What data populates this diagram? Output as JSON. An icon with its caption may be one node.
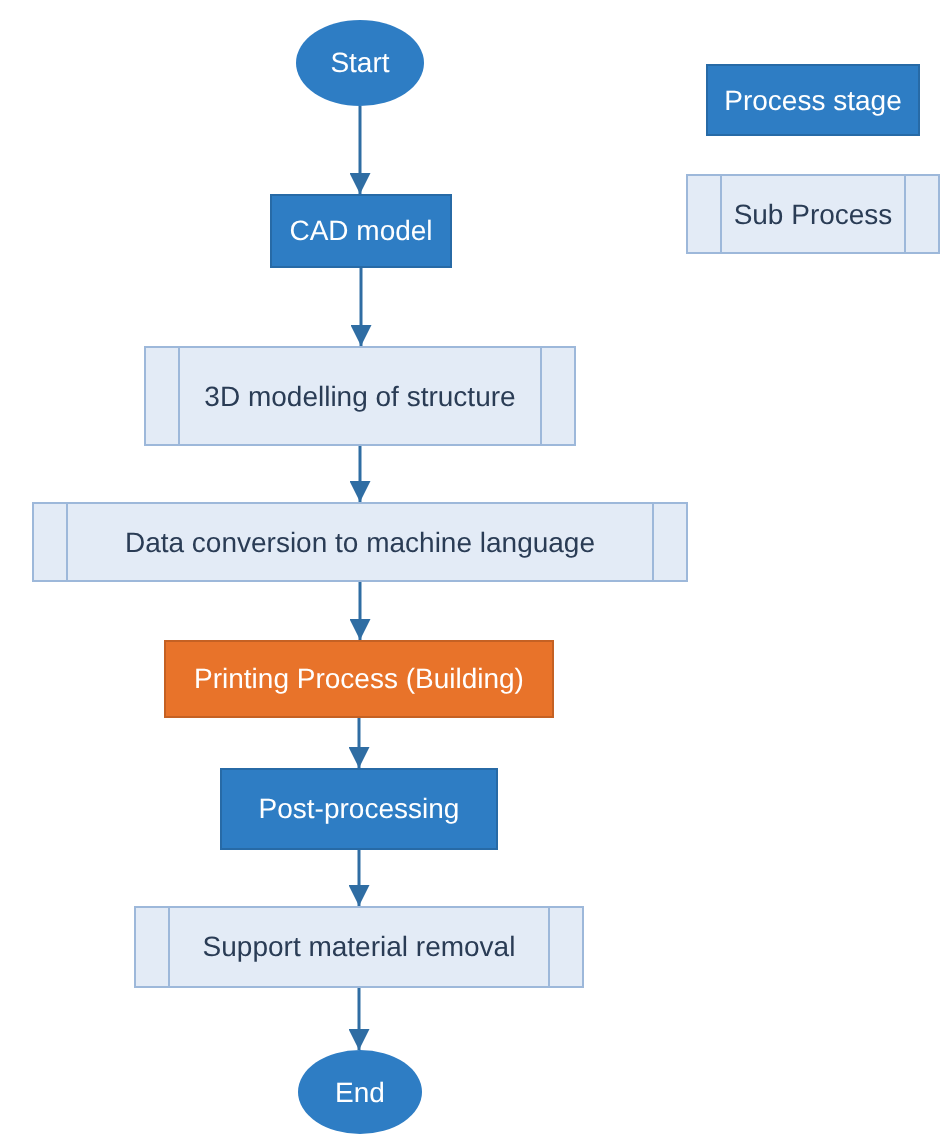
{
  "diagram": {
    "nodes": [
      {
        "text": [
          "Start"
        ]
      },
      {
        "text": [
          "CAD model"
        ]
      },
      {
        "text": [
          "3D modelling of structure"
        ]
      },
      {
        "text": [
          "Data conversion to machine language"
        ]
      },
      {
        "text": [
          "Printing Process (Building)"
        ]
      },
      {
        "text": [
          "Post-processing"
        ]
      },
      {
        "text": [
          "Support material removal"
        ]
      },
      {
        "text": [
          "End"
        ]
      }
    ],
    "edges": [
      {
        "from": 0,
        "to": 1,
        "arrow": "to"
      },
      {
        "from": 1,
        "to": 2,
        "arrow": "to"
      },
      {
        "from": 2,
        "to": 3,
        "arrow": "to"
      },
      {
        "from": 3,
        "to": 4,
        "arrow": "to"
      },
      {
        "from": 4,
        "to": 5,
        "arrow": "to"
      },
      {
        "from": 5,
        "to": 6,
        "arrow": "to"
      },
      {
        "from": 6,
        "to": 7,
        "arrow": "to"
      }
    ],
    "legend": [
      {
        "text": "Process stage",
        "color": "#2e7dc4"
      },
      {
        "text": "Sub Process"
      }
    ]
  }
}
